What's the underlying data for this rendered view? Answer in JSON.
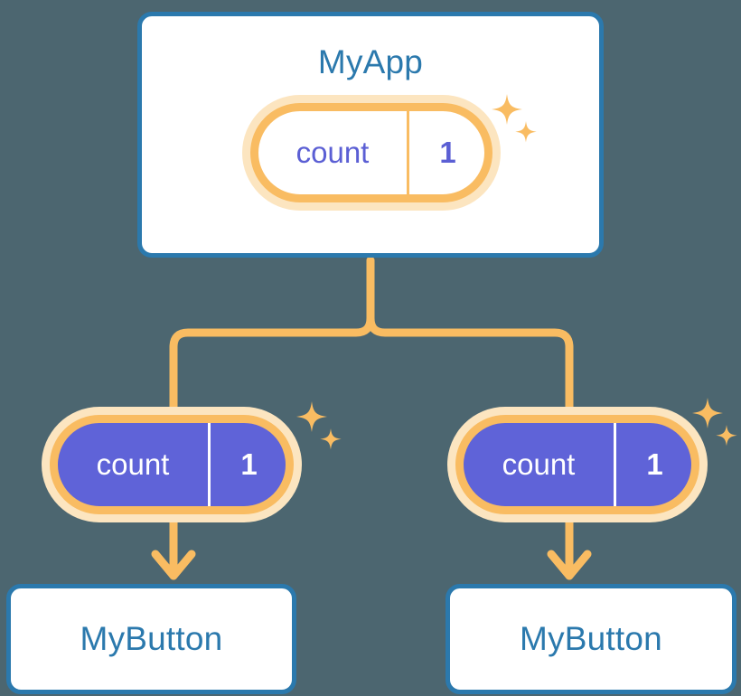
{
  "background_color": "#4c6670",
  "palette": {
    "component_border": "#2b79ad",
    "component_text": "#2b79ad",
    "component_fill": "#ffffff",
    "state_border": "#f9bc62",
    "state_halo": "#fce5c0",
    "state_solid_fill": "#5f63d8",
    "state_text_indigo": "#5b5fd4",
    "state_text_white": "#ffffff",
    "connector": "#f9bc62"
  },
  "diagram": {
    "type": "component-state-tree",
    "root": {
      "name": "myapp-component",
      "title": "MyApp",
      "state": {
        "key": "count",
        "value": "1",
        "style": "outline"
      }
    },
    "children": [
      {
        "name": "mybutton-left",
        "title": "MyButton",
        "state": {
          "key": "count",
          "value": "1",
          "style": "solid"
        }
      },
      {
        "name": "mybutton-right",
        "title": "MyButton",
        "state": {
          "key": "count",
          "value": "1",
          "style": "solid"
        }
      }
    ]
  },
  "icons": {
    "sparkle_large": "sparkle-four-point-icon",
    "sparkle_small": "sparkle-four-point-small-icon",
    "arrow": "arrow-down-icon"
  }
}
